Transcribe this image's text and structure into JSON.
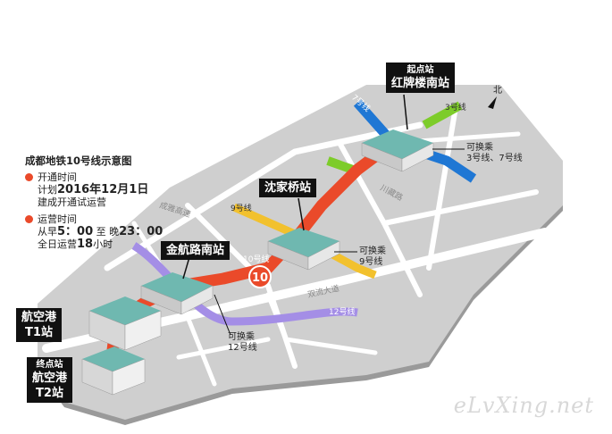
{
  "legend": {
    "title": "成都地铁10号线示意图",
    "opening_label": "开通时间",
    "opening_plan_prefix": "计划",
    "opening_date": "2016年12月1日",
    "opening_note": "建成开通试运营",
    "hours_label": "运营时间",
    "hours_from": "从早",
    "hours_start": "5：00",
    "hours_to": "至 晚",
    "hours_end": "23：00",
    "daily_prefix": "全日运营",
    "daily_hours": "18",
    "daily_suffix": "小时"
  },
  "stations": {
    "start": {
      "tag": "起点站",
      "name": "红牌楼南站",
      "transfer": "可换乘\n3号线、7号线"
    },
    "shenjiaqiao": {
      "name": "沈家桥站",
      "transfer": "可换乘\n9号线"
    },
    "jinhanglu": {
      "name": "金航路南站",
      "transfer": "可换乘\n12号线"
    },
    "t1": {
      "name": "航空港\nT1站"
    },
    "end": {
      "tag": "终点站",
      "name": "航空港\nT2站"
    }
  },
  "lines": {
    "line7": "7号线",
    "line3": "3号线",
    "line9": "9号线",
    "line10": "10号线",
    "line12": "12号线",
    "line10_badge": "10"
  },
  "roads": {
    "chuanzang": "川藏路",
    "chengya": "成雅高速",
    "shuangliu": "双流大道"
  },
  "north": "北",
  "watermark": "eLvXing.net",
  "colors": {
    "line10": "#ea4a2a",
    "line7": "#1f77d4",
    "line3": "#7dcc2a",
    "line9": "#f2c12e",
    "line12": "#a48ee6",
    "map_fill": "#cfcfcf",
    "road": "#ffffff",
    "building": "#6fb8b0"
  }
}
